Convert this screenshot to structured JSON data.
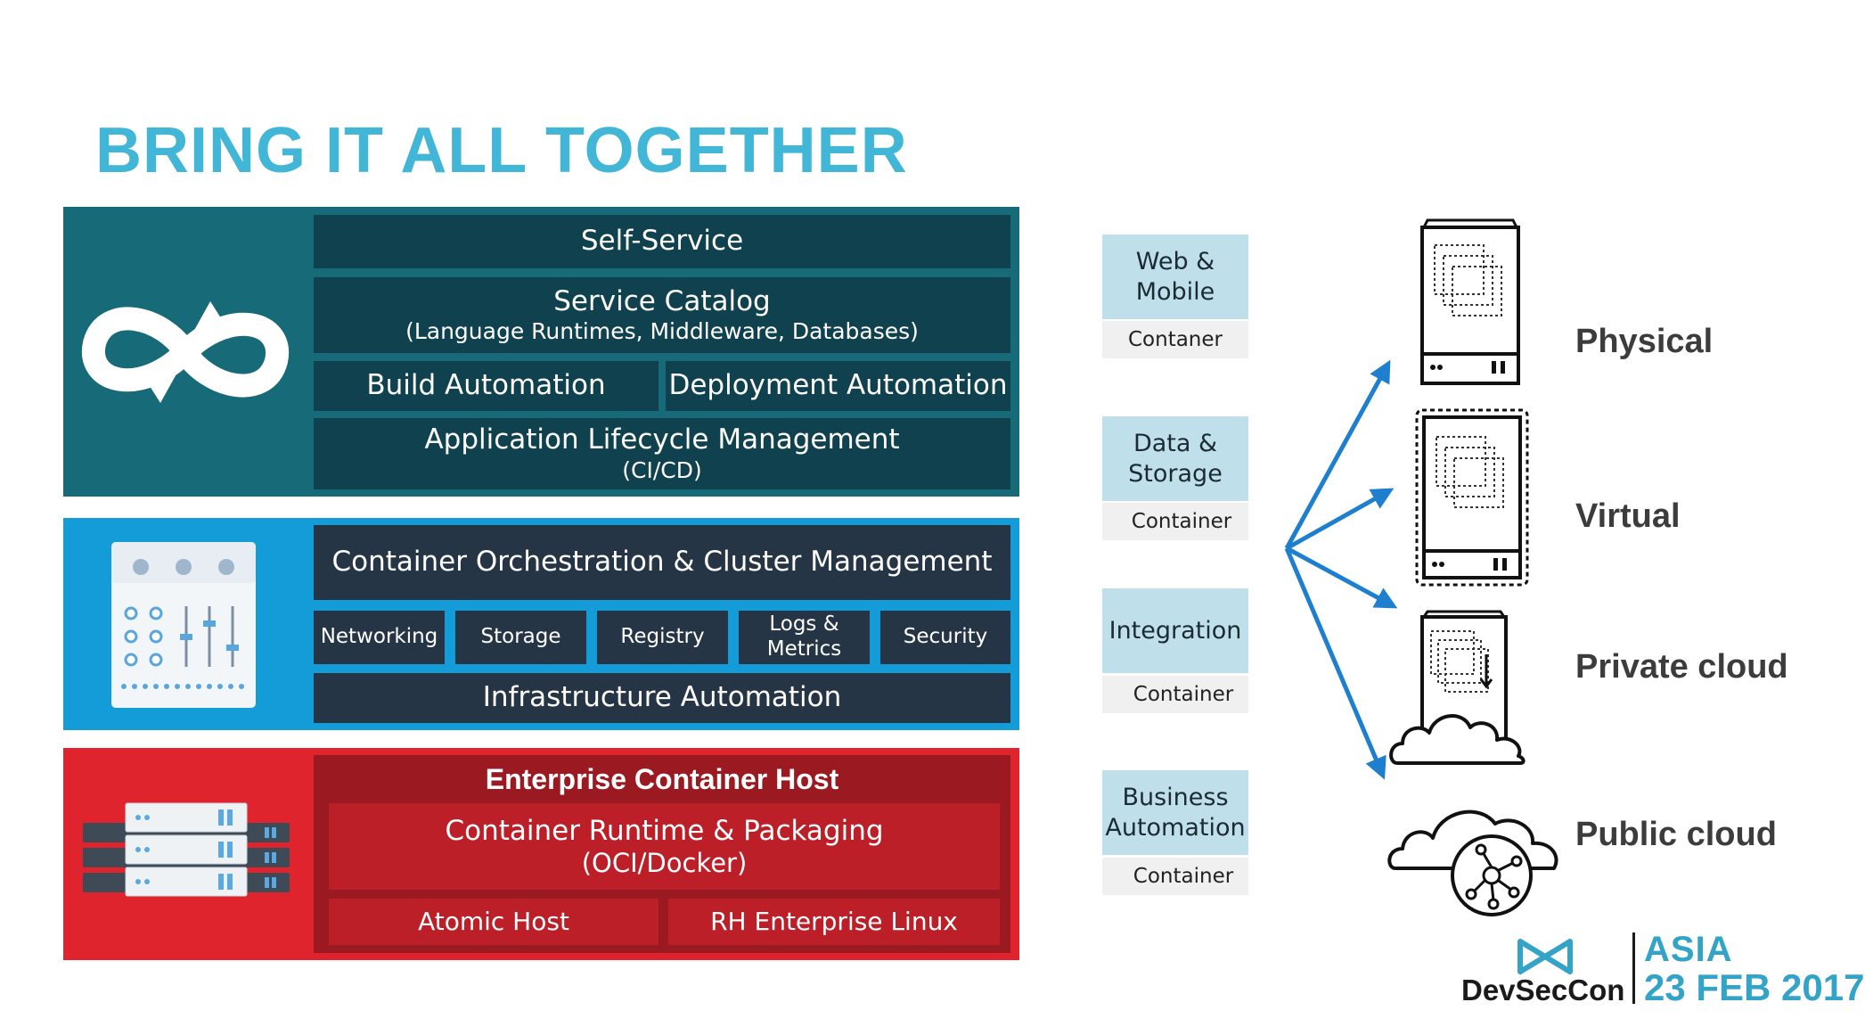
{
  "title": "BRING IT ALL TOGETHER",
  "devops_layer": {
    "self_service": "Self-Service",
    "service_catalog": "Service Catalog",
    "service_catalog_sub": "(Language Runtimes, Middleware, Databases)",
    "build_automation": "Build Automation",
    "deployment_automation": "Deployment Automation",
    "alm": "Application Lifecycle Management",
    "alm_sub": "(CI/CD)",
    "icon": "infinity-loop-icon"
  },
  "orchestration_layer": {
    "orchestration": "Container Orchestration & Cluster Management",
    "services": [
      "Networking",
      "Storage",
      "Registry",
      "Logs & Metrics",
      "Security"
    ],
    "infra_automation": "Infrastructure Automation",
    "icon": "control-panel-icon"
  },
  "host_layer": {
    "header": "Enterprise Container Host",
    "runtime": "Container Runtime & Packaging",
    "runtime_sub": "(OCI/Docker)",
    "atomic_host": "Atomic Host",
    "rhel": "RH Enterprise Linux",
    "icon": "server-rack-icon"
  },
  "app_stacks": [
    {
      "name": "Web & Mobile",
      "container": "Contaner"
    },
    {
      "name": "Data & Storage",
      "container": "Container"
    },
    {
      "name": "Integration",
      "container": "Container"
    },
    {
      "name": "Business Automation",
      "container": "Container"
    }
  ],
  "environments": [
    "Physical",
    "Virtual",
    "Private cloud",
    "Public cloud"
  ],
  "branding": {
    "logo": "DevSecCon",
    "region": "ASIA",
    "date": "23 FEB 2017"
  },
  "colors": {
    "title": "#41b6d6",
    "teal_panel": "#176b78",
    "blue_panel": "#139cd8",
    "red_panel": "#e0242e",
    "arrow": "#1e7fce"
  }
}
